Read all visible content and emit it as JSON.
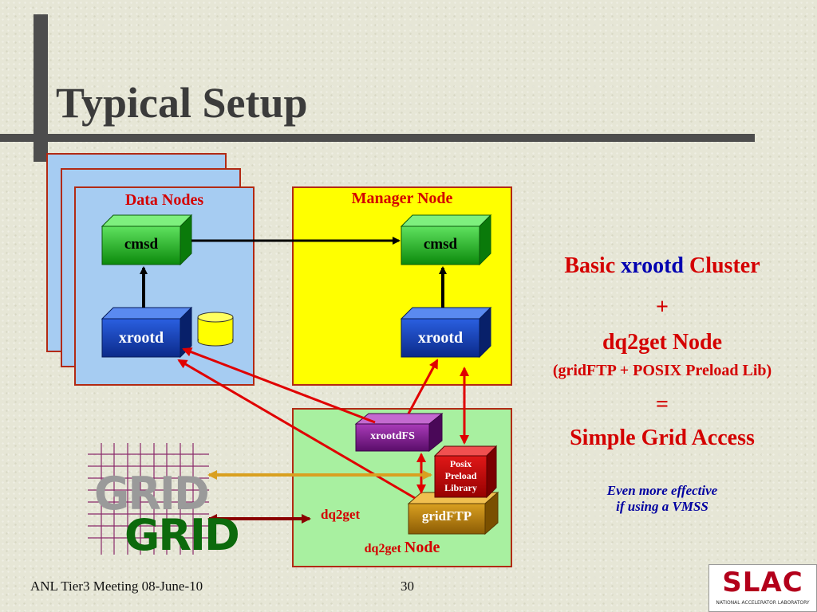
{
  "slide": {
    "title": "Typical Setup",
    "footer_left": "ANL Tier3 Meeting  08-June-10",
    "page_number": "30"
  },
  "diagram": {
    "data_nodes_label": "Data Nodes",
    "manager_node_label": "Manager Node",
    "data_cmsd": "cmsd",
    "data_xrootd": "xrootd",
    "mgr_cmsd": "cmsd",
    "mgr_xrootd": "xrootd",
    "xrootdfs": "xrootdFS",
    "posix_line1": "Posix",
    "posix_line2": "Preload",
    "posix_line3": "Library",
    "gridftp": "gridFTP",
    "dq2get": "dq2get",
    "dq2get_node_prefix": "dq2get",
    "dq2get_node_suffix": "Node",
    "grid_text": "GRID"
  },
  "summary": {
    "line1_pre": "Basic ",
    "line1_emph": "xrootd",
    "line1_post": " Cluster",
    "plus": "+",
    "line2": "dq2get Node",
    "line3": "(gridFTP + POSIX Preload Lib)",
    "equals": "=",
    "line4": "Simple Grid Access",
    "note_line1": "Even more effective",
    "note_line2": "if using a VMSS"
  },
  "logo": {
    "name": "SLAC",
    "caption": "NATIONAL ACCELERATOR LABORATORY"
  }
}
